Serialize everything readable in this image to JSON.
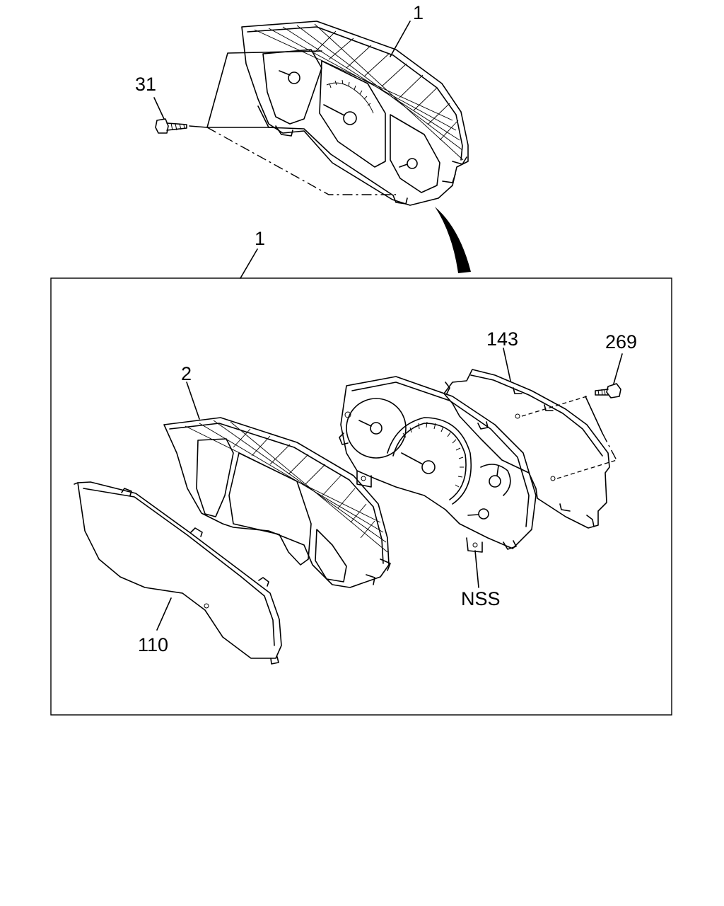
{
  "labels": {
    "assembly_top": "1",
    "assembly_box": "1",
    "screw": "31",
    "hood": "2",
    "lens": "110",
    "cover": "143",
    "cover_screw": "269",
    "gauge_unit": "NSS"
  }
}
